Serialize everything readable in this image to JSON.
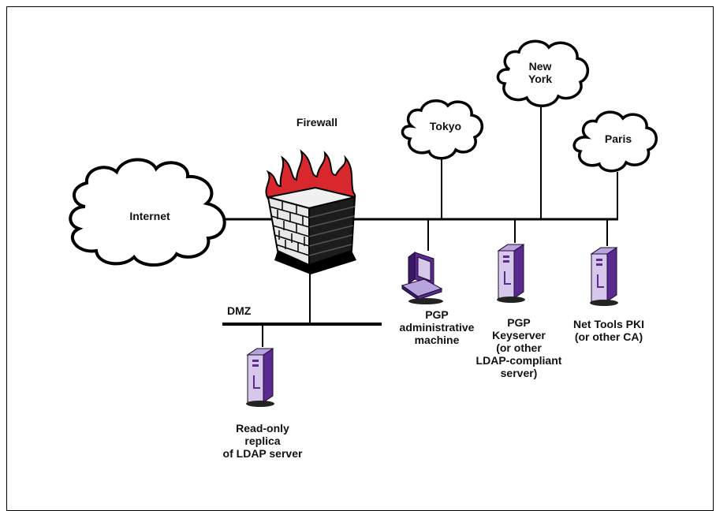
{
  "labels": {
    "firewall": "Firewall",
    "internet": "Internet",
    "tokyo": "Tokyo",
    "new_york": "New\nYork",
    "paris": "Paris",
    "dmz": "DMZ",
    "pgp_admin": "PGP\nadministrative\nmachine",
    "pgp_keyserver": "PGP\nKeyserver\n(or other\nLDAP-compliant\nserver)",
    "net_tools_pki": "Net Tools PKI\n(or other CA)",
    "replica": "Read-only\nreplica\nof LDAP server"
  },
  "colors": {
    "flame": "#d8282e",
    "server_purple": "#5a2a91",
    "server_light": "#d6c8ea",
    "line": "#000000",
    "cloud_fill": "#ffffff"
  }
}
